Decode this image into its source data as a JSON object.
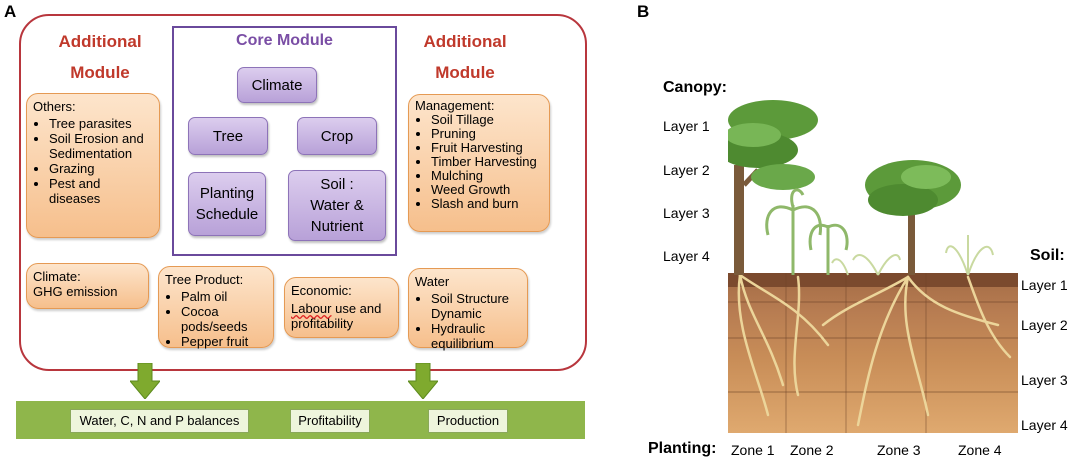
{
  "panel_a": {
    "letter": "A",
    "core_title": "Core Module",
    "additional_left": [
      "Additional",
      "Module"
    ],
    "additional_right": [
      "Additional",
      "Module"
    ],
    "core_boxes": {
      "climate": "Climate",
      "tree": "Tree",
      "crop": "Crop",
      "planting": [
        "Planting",
        "Schedule"
      ],
      "soil": [
        "Soil :",
        "Water &",
        "Nutrient"
      ]
    },
    "others": {
      "title": "Others:",
      "items": [
        "Tree parasites",
        "Soil Erosion and Sedimentation",
        "Grazing",
        "Pest and diseases"
      ]
    },
    "management": {
      "title": "Management:",
      "items": [
        "Soil Tillage",
        "Pruning",
        "Fruit Harvesting",
        "Timber Harvesting",
        "Mulching",
        "Weed Growth",
        "Slash and burn"
      ]
    },
    "climate_box": {
      "title": "Climate:",
      "text": "GHG emission"
    },
    "tree_product": {
      "title": "Tree Product:",
      "items": [
        "Palm oil",
        "Cocoa pods/seeds",
        "Pepper fruit"
      ]
    },
    "economic": {
      "title": "Economic:",
      "text_underlined": "Labour",
      "text_rest": " use and profitability"
    },
    "water": {
      "title": "Water",
      "items": [
        "Soil Structure Dynamic",
        "Hydraulic equilibrium"
      ]
    },
    "outputs": [
      "Water, C, N and P balances",
      "Profitability",
      "Production"
    ],
    "colors": {
      "outer_border": "#b8363d",
      "core_border": "#6a4a9c",
      "purple_fill": "#c9b5e3",
      "orange_fill": "#f8cfa4",
      "green_bar": "#8fb64b",
      "arrow": "#7faa2e"
    }
  },
  "panel_b": {
    "letter": "B",
    "canopy_label": "Canopy:",
    "canopy_layers": [
      "Layer 1",
      "Layer 2",
      "Layer 3",
      "Layer 4"
    ],
    "soil_label": "Soil:",
    "soil_layers": [
      "Layer 1",
      "Layer 2",
      "Layer 3",
      "Layer 4"
    ],
    "planting_label": "Planting:",
    "zones": [
      "Zone 1",
      "Zone 2",
      "Zone 3",
      "Zone 4"
    ]
  }
}
